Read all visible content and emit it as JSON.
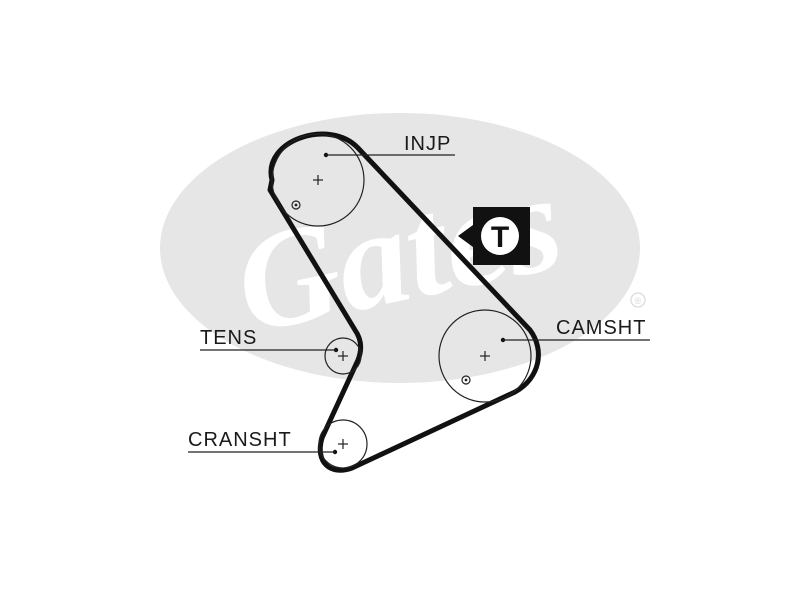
{
  "watermark": {
    "brand": "Gates",
    "registered_mark": "®",
    "color": "#e6e6e6"
  },
  "labels": {
    "injp": "INJP",
    "camsht": "CAMSHT",
    "tens": "TENS",
    "cranshht": "CRANSHT"
  },
  "badge": {
    "letter": "T",
    "background": "#111111",
    "circle_fill": "#ffffff"
  },
  "colors": {
    "belt": "#111111",
    "pulley": "#222222"
  }
}
